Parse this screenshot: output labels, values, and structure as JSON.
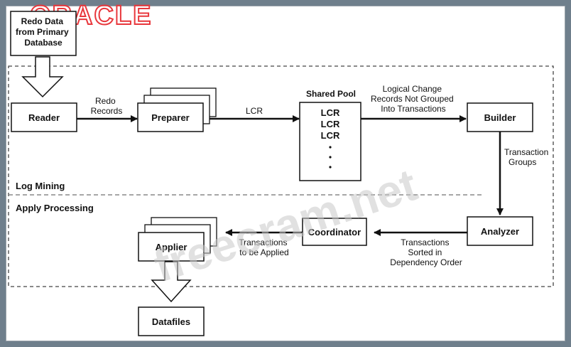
{
  "logo": "ORACLE",
  "watermark": "freecram.net",
  "sections": {
    "top": "Log Mining",
    "bottom": "Apply Processing"
  },
  "boxes": {
    "source": [
      "Redo Data",
      "from Primary",
      "Database"
    ],
    "reader": "Reader",
    "preparer": "Preparer",
    "builder": "Builder",
    "analyzer": "Analyzer",
    "coordinator": "Coordinator",
    "applier": "Applier",
    "datafiles": "Datafiles"
  },
  "shared_pool": {
    "title": "Shared Pool",
    "items": [
      "LCR",
      "LCR",
      "LCR"
    ]
  },
  "arrow_labels": {
    "redo_records": [
      "Redo",
      "Records"
    ],
    "lcr": "LCR",
    "logical_change": [
      "Logical Change",
      "Records Not Grouped",
      "Into Transactions"
    ],
    "transaction_groups": [
      "Transaction",
      "Groups"
    ],
    "transactions_sorted": [
      "Transactions",
      "Sorted in",
      "Dependency Order"
    ],
    "transactions_applied": [
      "Transactions",
      "to be Applied"
    ]
  },
  "colors": {
    "logo": "#e8373c",
    "border": "#6f7f8c"
  }
}
